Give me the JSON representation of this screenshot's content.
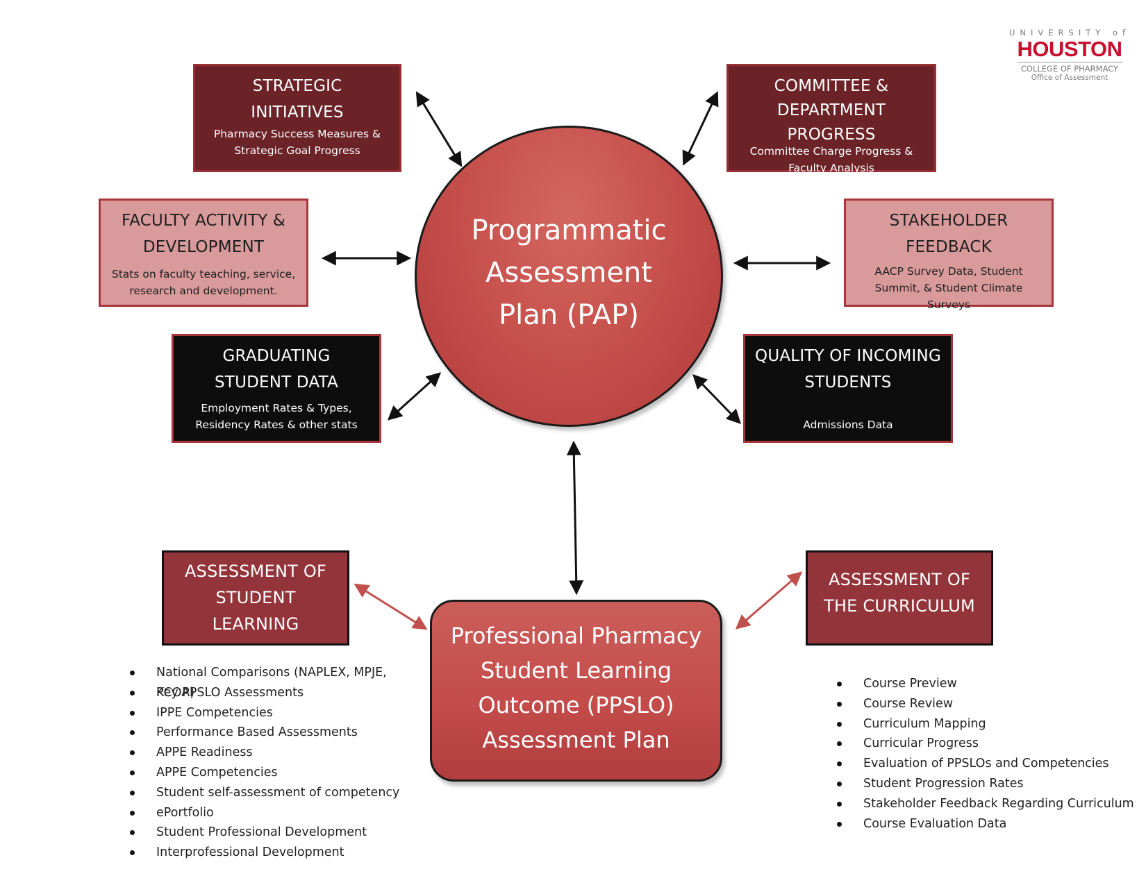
{
  "logo": {
    "line1": "UNIVERSITY of",
    "line2": "HOUSTON",
    "line3": "COLLEGE OF PHARMACY",
    "line4": "Office of Assessment"
  },
  "center": {
    "pap": "Programmatic Assessment Plan (PAP)",
    "ppslo": "Professional Pharmacy Student Learning Outcome (PPSLO) Assessment Plan"
  },
  "boxes": {
    "strategic": {
      "title": "STRATEGIC INITIATIVES",
      "desc": "Pharmacy Success Measures & Strategic Goal Progress"
    },
    "committee": {
      "title": "COMMITTEE & DEPARTMENT PROGRESS",
      "desc": "Committee Charge Progress & Faculty Analysis"
    },
    "faculty": {
      "title": "FACULTY ACTIVITY & DEVELOPMENT",
      "desc": "Stats on faculty teaching, service, research and development."
    },
    "stakeholder": {
      "title": "STAKEHOLDER FEEDBACK",
      "desc": "AACP Survey Data, Student Summit, & Student Climate Surveys"
    },
    "graduating": {
      "title": "GRADUATING STUDENT DATA",
      "desc": "Employment Rates & Types, Residency Rates & other stats"
    },
    "quality": {
      "title": "QUALITY OF INCOMING STUDENTS",
      "desc": "Admissions Data"
    },
    "asl": {
      "title": "ASSESSMENT OF STUDENT LEARNING"
    },
    "curr": {
      "title": "ASSESSMENT OF THE CURRICULUM"
    }
  },
  "lists": {
    "asl": [
      "National Comparisons (NAPLEX, MPJE, PCOA)",
      "Key PPSLO Assessments",
      "IPPE Competencies",
      "Performance Based Assessments",
      "APPE Readiness",
      "APPE Competencies",
      "Student self-assessment of competency",
      "ePortfolio",
      "Student Professional Development",
      "Interprofessional Development"
    ],
    "curr": [
      "Course Preview",
      "Course Review",
      "Curriculum Mapping",
      "Curricular Progress",
      "Evaluation of PPSLOs and Competencies",
      "Student Progression Rates",
      "Stakeholder Feedback Regarding Curriculum",
      "Course Evaluation Data"
    ]
  },
  "colors": {
    "dark_red": "#6b2328",
    "pink": "#d99a9b",
    "black": "#0d0d0d",
    "medium_red": "#93343a",
    "circle_red": "#c7514d",
    "arrow_black": "#111111",
    "arrow_red": "#c0504d"
  }
}
